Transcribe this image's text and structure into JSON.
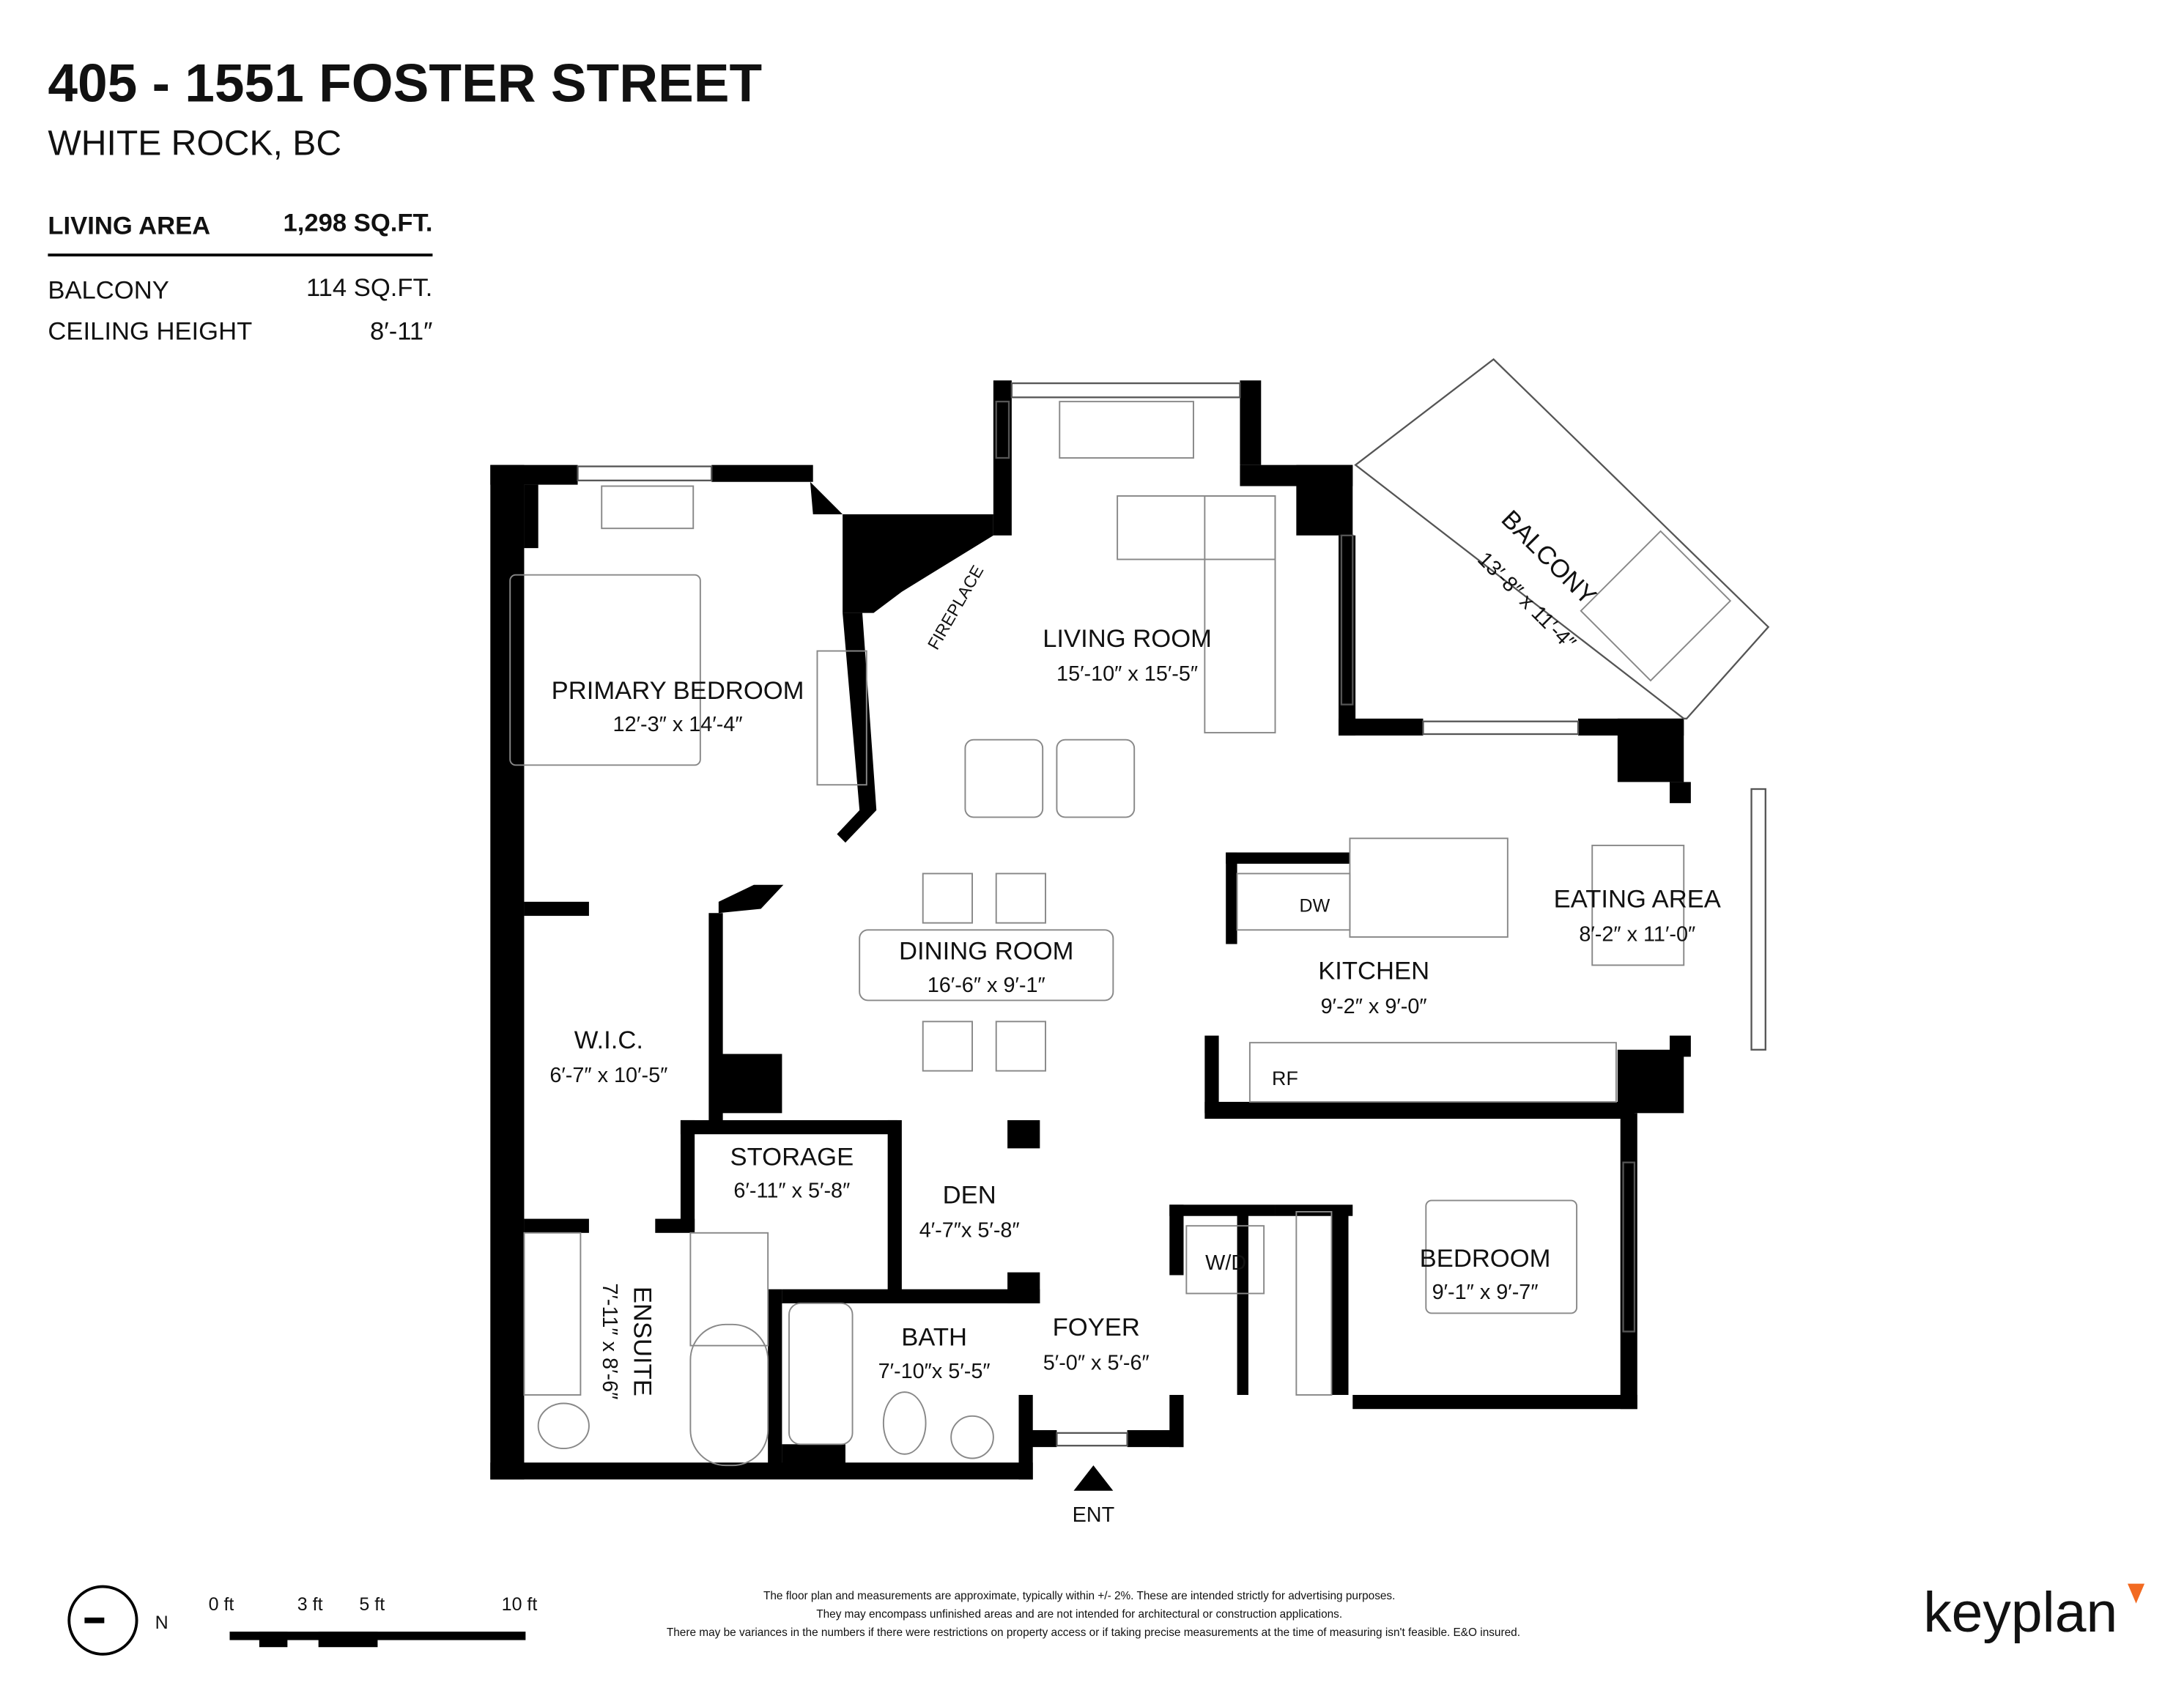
{
  "header": {
    "title": "405 - 1551 FOSTER STREET",
    "subtitle": "WHITE ROCK, BC"
  },
  "summary": [
    {
      "label": "LIVING AREA",
      "value": "1,298 SQ.FT."
    },
    {
      "label": "BALCONY",
      "value": "114 SQ.FT."
    },
    {
      "label": "CEILING HEIGHT",
      "value": "8′-11″"
    }
  ],
  "rooms": {
    "primary_bedroom": {
      "name": "PRIMARY BEDROOM",
      "dims": "12′-3″  x  14′-4″"
    },
    "fireplace": {
      "name": "FIREPLACE"
    },
    "living_room": {
      "name": "LIVING ROOM",
      "dims": "15′-10″ x  15′-5″"
    },
    "balcony": {
      "name": "BALCONY",
      "dims": "13′-8″  x  11′-4″"
    },
    "eating_area": {
      "name": "EATING AREA",
      "dims": "8′-2″  x  11′-0″"
    },
    "kitchen": {
      "name": "KITCHEN",
      "dims": "9′-2″  x  9′-0″"
    },
    "dining_room": {
      "name": "DINING ROOM",
      "dims": "16′-6″  x   9′-1″"
    },
    "wic": {
      "name": "W.I.C.",
      "dims": "6′-7″  x  10′-5″"
    },
    "storage": {
      "name": "STORAGE",
      "dims": "6′-11″  x  5′-8″"
    },
    "den": {
      "name": "DEN",
      "dims": "4′-7″x 5′-8″"
    },
    "bedroom": {
      "name": "BEDROOM",
      "dims": "9′-1″  x  9′-7″"
    },
    "ensuite": {
      "name": "ENSUITE",
      "dims": "7′-11″  x  8′-6″"
    },
    "bath": {
      "name": "BATH",
      "dims": "7′-10″x 5′-5″"
    },
    "foyer": {
      "name": "FOYER",
      "dims": "5′-0″ x 5′-6″"
    }
  },
  "appliances": {
    "dw": "DW",
    "rf": "RF",
    "wd": "W/D"
  },
  "entry_label": "ENT",
  "compass": {
    "label": "N"
  },
  "scale": {
    "ticks": [
      "0 ft",
      "3 ft",
      "5 ft",
      "10 ft"
    ]
  },
  "disclaimer": [
    "The floor plan and measurements are approximate, typically within +/- 2%. These are intended strictly for advertising purposes.",
    "They may encompass unfinished areas and are not intended for architectural or construction applications.",
    "There may be variances in the numbers if there were restrictions on property access or if taking precise measurements at the time of measuring isn't feasible. E&O insured."
  ],
  "logo": {
    "text": "keyplan",
    "accent_color": "#f26a21"
  }
}
